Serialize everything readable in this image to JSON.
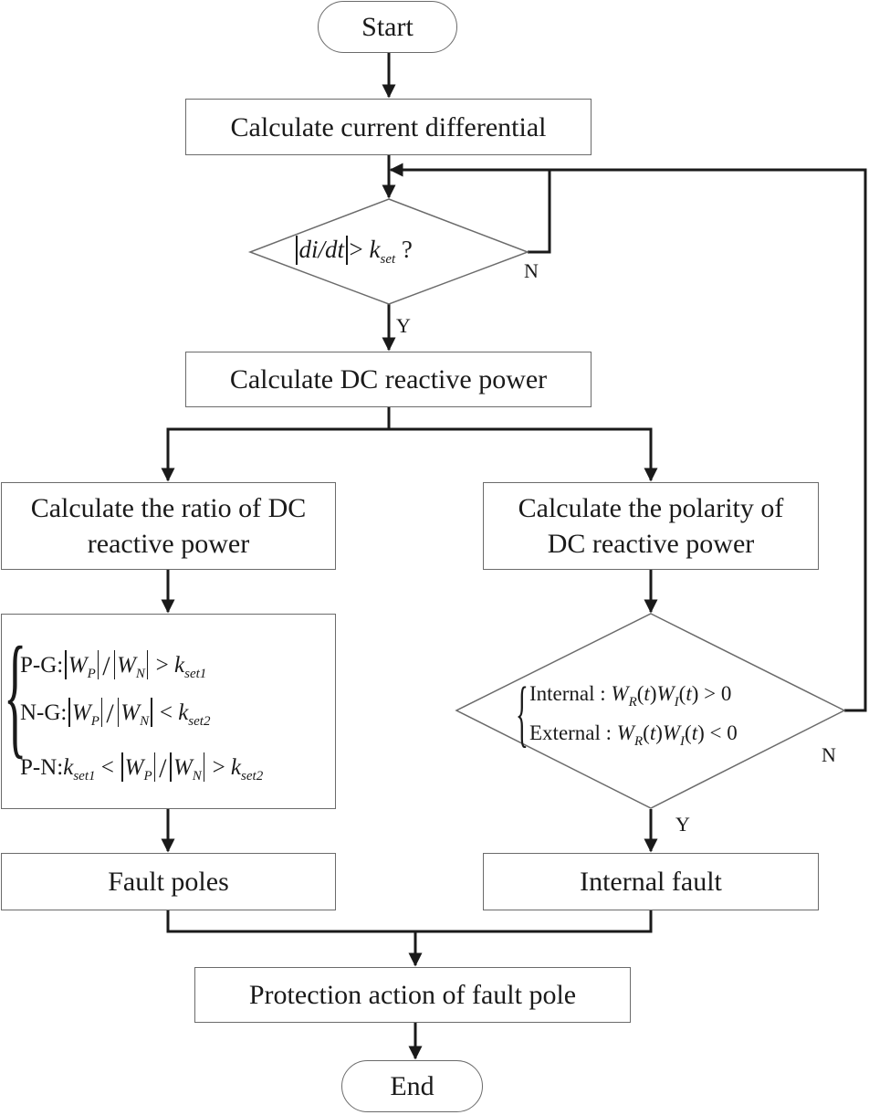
{
  "nodes": {
    "start": "Start",
    "calc_current_diff": "Calculate current differential",
    "decision1": {
      "lhs": "di/dt",
      "op": ">",
      "k": "k",
      "k_sub": "set",
      "q": "?"
    },
    "calc_dc_reactive": "Calculate DC reactive power",
    "calc_ratio_line1": "Calculate the ratio of DC",
    "calc_ratio_line2": "reactive power",
    "calc_polarity_line1": "Calculate the polarity of",
    "calc_polarity_line2": "DC reactive power",
    "ratio_conditions": [
      {
        "label": "P-G:"
      },
      {
        "label": "N-G:"
      },
      {
        "label": "P-N:"
      }
    ],
    "polarity_conditions": [
      {
        "label": "Internal",
        "op": ">",
        "rhs": "0"
      },
      {
        "label": "External",
        "op": "<",
        "rhs": "0"
      }
    ],
    "fault_poles": "Fault poles",
    "internal_fault": "Internal fault",
    "protection_action": "Protection action of fault pole",
    "end": "End"
  },
  "edge_labels": {
    "d1_no": "N",
    "d1_yes": "Y",
    "d2_no": "N",
    "d2_yes": "Y"
  }
}
